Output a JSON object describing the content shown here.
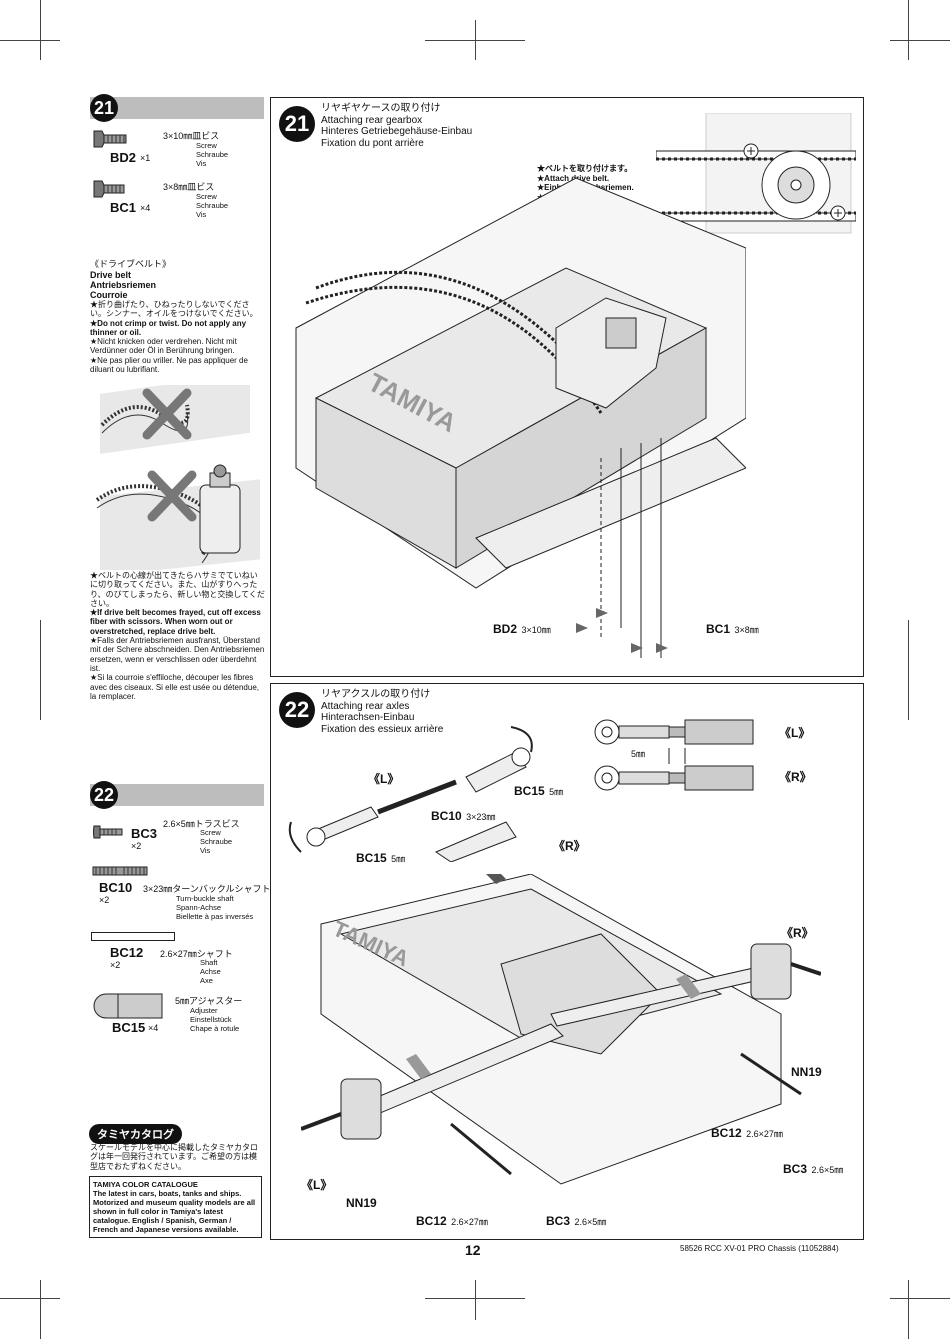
{
  "step21": {
    "number": "21",
    "parts": [
      {
        "code": "BD2",
        "qty": "×1",
        "size": "3×10㎜皿ビス",
        "names": [
          "Screw",
          "Schraube",
          "Vis"
        ]
      },
      {
        "code": "BC1",
        "qty": "×4",
        "size": "3×8㎜皿ビス",
        "names": [
          "Screw",
          "Schraube",
          "Vis"
        ]
      }
    ],
    "belt_title": "《ドライブベルト》",
    "belt_names": [
      "Drive belt",
      "Antriebsriemen",
      "Courroie"
    ],
    "belt_warning_jp": "★折り曲げたり、ひねったりしないでください。シンナー、オイルをつけないでください。",
    "belt_warning_en": "★Do not crimp or twist. Do not apply any thinner or oil.",
    "belt_warning_de": "★Nicht knicken oder verdrehen. Nicht mit Verdünner oder Öl in Berührung bringen.",
    "belt_warning_fr": "★Ne pas plier ou vriller. Ne pas appliquer de diluant ou lubrifiant.",
    "fray_jp": "★ベルトの心線が出てきたらハサミでていねいに切り取ってください。また、山がすりへったり、のびてしまったら、新しい物と交換してください。",
    "fray_en": "★If drive belt becomes frayed, cut off excess fiber with scissors. When worn out or overstretched, replace drive belt.",
    "fray_de": "★Falls der Antriebsriemen ausfranst, Überstand mit der Schere abschneiden. Den Antriebsriemen ersetzen, wenn er verschlissen oder überdehnt ist.",
    "fray_fr": "★Si la courroie s'effiloche, découper les fibres avec des ciseaux. Si elle est usée ou détendue, la remplacer.",
    "title_jp": "リヤギヤケースの取り付け",
    "title_en": "Attaching rear gearbox",
    "title_de": "Hinteres Getriebegehäuse-Einbau",
    "title_fr": "Fixation du pont arrière",
    "note_jp": "★ベルトを取り付けます。",
    "note_en": "★Attach drive belt.",
    "note_de": "★Einbau Antriebsriemen.",
    "note_fr": "★Fixer la courroie.",
    "callout_bd2": "BD2",
    "callout_bd2_size": "3×10㎜",
    "callout_bc1": "BC1",
    "callout_bc1_size": "3×8㎜",
    "chassis_logo": "TAMIYA"
  },
  "step22": {
    "number": "22",
    "parts": [
      {
        "code": "BC3",
        "qty": "×2",
        "size": "2.6×5㎜トラスビス",
        "names": [
          "Screw",
          "Schraube",
          "Vis"
        ]
      },
      {
        "code": "BC10",
        "qty": "×2",
        "size": "3×23㎜ターンバックルシャフト",
        "names": [
          "Turn-buckle shaft",
          "Spann-Achse",
          "Biellette à pas inversés"
        ]
      },
      {
        "code": "BC12",
        "qty": "×2",
        "size": "2.6×27㎜シャフト",
        "names": [
          "Shaft",
          "Achse",
          "Axe"
        ]
      },
      {
        "code": "BC15",
        "qty": "×4",
        "size": "5㎜アジャスター",
        "names": [
          "Adjuster",
          "Einstellstück",
          "Chape à rotule"
        ]
      }
    ],
    "title_jp": "リヤアクスルの取り付け",
    "title_en": "Attaching rear axles",
    "title_de": "Hinterachsen-Einbau",
    "title_fr": "Fixation des essieux arrière",
    "l_mark": "《L》",
    "r_mark": "《R》",
    "five_mm": "5㎜",
    "bc15_a": "BC15",
    "bc15_a_size": "5㎜",
    "bc10": "BC10",
    "bc10_size": "3×23㎜",
    "bc15_b": "BC15",
    "bc15_b_size": "5㎜",
    "nn19_right": "NN19",
    "nn19_left": "NN19",
    "bc12_right": "BC12",
    "bc12_right_size": "2.6×27㎜",
    "bc3_right": "BC3",
    "bc3_right_size": "2.6×5㎜",
    "bc12_bottom": "BC12",
    "bc12_bottom_size": "2.6×27㎜",
    "bc3_bottom": "BC3",
    "bc3_bottom_size": "2.6×5㎜"
  },
  "catalog": {
    "heading": "タミヤカタログ",
    "jp": "スケールモデルを中心に掲載したタミヤカタログは年一回発行されています。ご希望の方は模型店でおたずねください。",
    "box_title": "TAMIYA COLOR CATALOGUE",
    "box_text": "The latest in cars, boats, tanks and ships. Motorized and museum quality models are all shown in full color in Tamiya's latest catalogue. English / Spanish, German / French and Japanese versions available."
  },
  "footer": {
    "page_number": "12",
    "doc_code": "58526  RCC XV-01 PRO Chassis (11052884)"
  }
}
